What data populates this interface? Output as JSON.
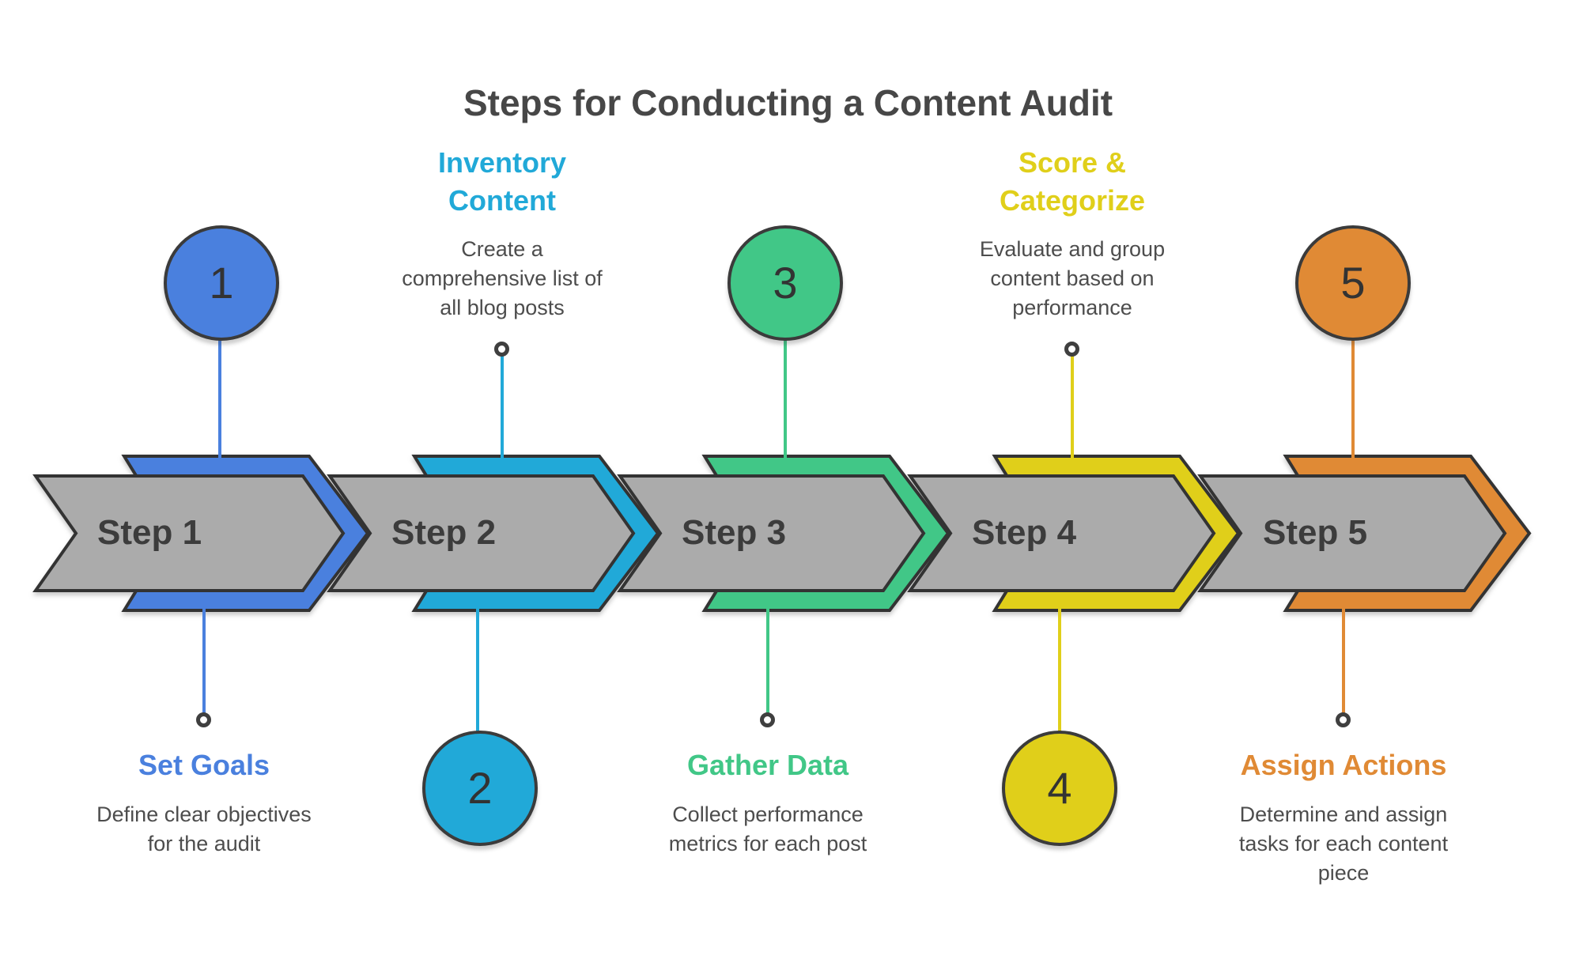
{
  "title": "Steps for Conducting a Content Audit",
  "colors": {
    "background": "#FFFFFF",
    "title": "#474747",
    "arrow_fill": "#ABABAB",
    "outline": "#333333",
    "step_label": "#3C3C3C",
    "text_body": "#4D4D4D",
    "ring_border": "#3F3F3F",
    "circle_number": "#333333"
  },
  "steps": [
    {
      "number": "1",
      "arrow_label": "Step 1",
      "heading": "Set Goals",
      "description": "Define clear objectives for the audit",
      "color": "#4A80DE",
      "detail_position": "below"
    },
    {
      "number": "2",
      "arrow_label": "Step 2",
      "heading": "Inventory Content",
      "description": "Create a comprehensive list of all blog posts",
      "color": "#21A9D8",
      "detail_position": "above"
    },
    {
      "number": "3",
      "arrow_label": "Step 3",
      "heading": "Gather Data",
      "description": "Collect performance metrics for each post",
      "color": "#41C787",
      "detail_position": "below"
    },
    {
      "number": "4",
      "arrow_label": "Step 4",
      "heading": "Score & Categorize",
      "description": "Evaluate and group content based on performance",
      "color": "#E0CF1A",
      "detail_position": "above"
    },
    {
      "number": "5",
      "arrow_label": "Step 5",
      "heading": "Assign Actions",
      "description": "Determine and assign tasks for each content piece",
      "color": "#E08A35",
      "detail_position": "below"
    }
  ]
}
